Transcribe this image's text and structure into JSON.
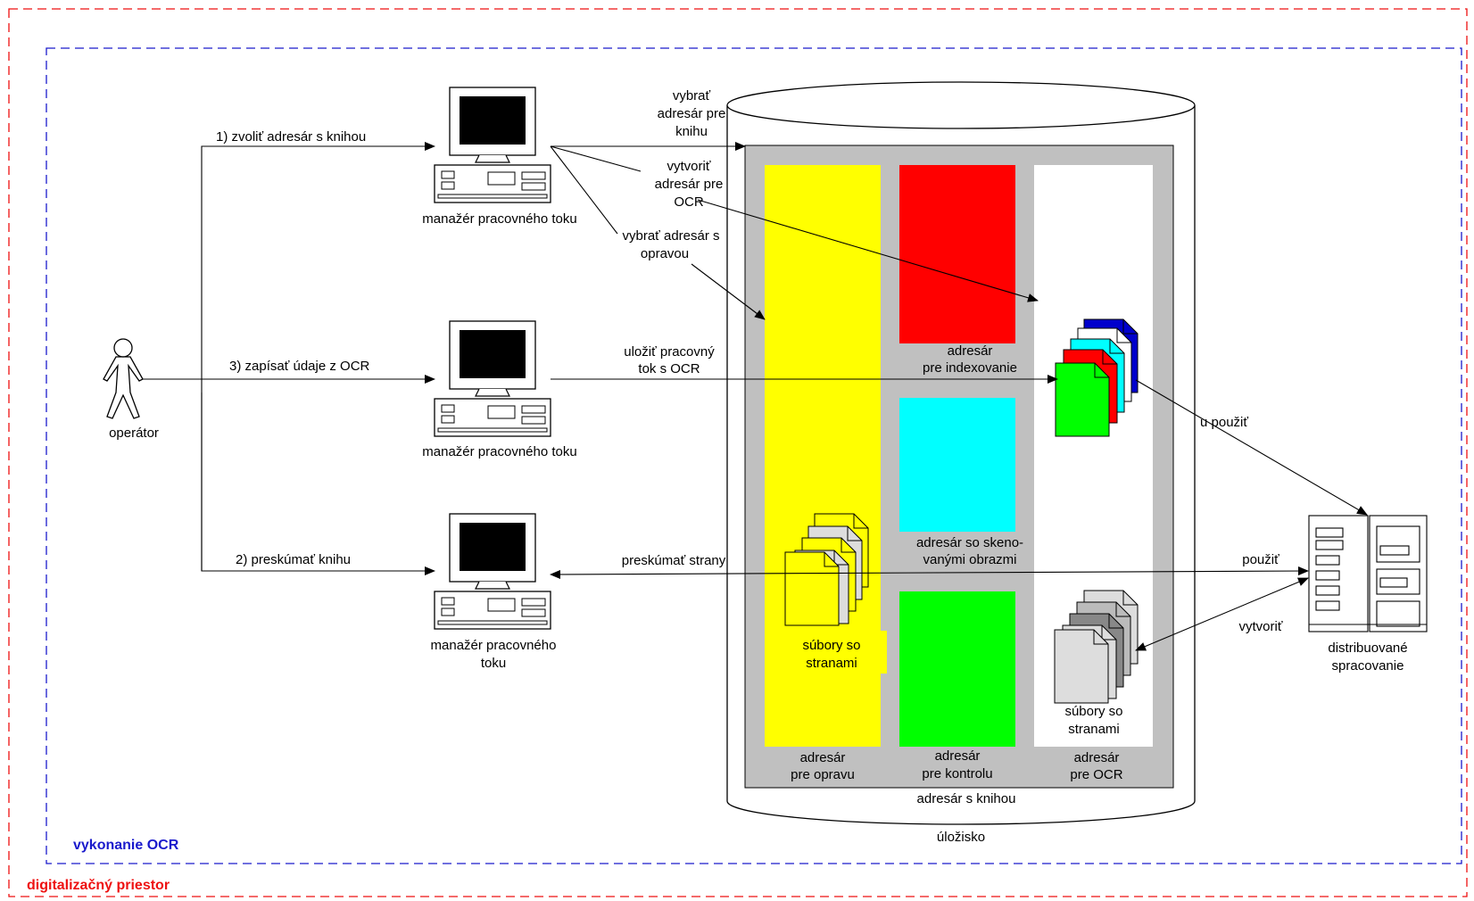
{
  "regions": {
    "outer_title": "digitalizačný priestor",
    "inner_title": "vykonanie OCR",
    "outer_color": "#ee1111",
    "inner_color": "#1a1acc"
  },
  "operator": {
    "label": "operátor"
  },
  "workstations": [
    {
      "label_lines": [
        "manažér pracovného toku"
      ]
    },
    {
      "label_lines": [
        "manažér pracovného toku"
      ]
    },
    {
      "label_lines": [
        "manažér pracovného",
        "toku"
      ]
    }
  ],
  "operator_steps": [
    {
      "label": "1) zvoliť adresár s knihou"
    },
    {
      "label": "3) zapísať údaje z OCR"
    },
    {
      "label": "2) preskúmať knihu"
    }
  ],
  "flows": {
    "select_book_dir": [
      "vybrať",
      "adresár pre",
      "knihu"
    ],
    "create_ocr_dir": [
      "vytvoriť",
      "adresár pre",
      "OCR"
    ],
    "select_fix_dir": [
      "vybrať adresár s",
      "opravou"
    ],
    "save_workflow": [
      "uložiť pracovný",
      "tok s OCR"
    ],
    "review_pages": [
      "preskúmať strany"
    ],
    "use_top": [
      "u  použiť"
    ],
    "use_mid": [
      "použiť"
    ],
    "create_bottom": [
      "vytvoriť"
    ]
  },
  "storage": {
    "label": "úložisko",
    "book_dir": "adresár s knihou",
    "dirs": {
      "fix": {
        "label_lines": [
          "adresár",
          "pre opravu"
        ],
        "color": "#ffff00"
      },
      "index": {
        "label_lines": [
          "adresár",
          "pre indexovanie"
        ],
        "color": "#ff0000"
      },
      "scans": {
        "label_lines": [
          "adresár so skeno-",
          "vanými obrazmi"
        ],
        "color": "#00ffff"
      },
      "control": {
        "label_lines": [
          "adresár",
          "pre kontrolu"
        ],
        "color": "#00ff00"
      },
      "ocr": {
        "label_lines": [
          "adresár",
          "pre OCR"
        ],
        "color": "#ffffff"
      }
    },
    "page_files_yellow": [
      "súbory so",
      "stranami"
    ],
    "page_files_grey": [
      "súbory so",
      "stranami"
    ]
  },
  "server": {
    "label_lines": [
      "distribuované",
      "spracovanie"
    ]
  },
  "colors": {
    "box_grey": "#c0c0c0",
    "file_yellow": "#ffff00",
    "file_greys": [
      "#dddddd",
      "#bbbbbb",
      "#888888",
      "#dddddd",
      "#bbbbbb"
    ],
    "file_ocr": [
      "#0000cc",
      "#ffffff",
      "#00ffff",
      "#ff0000",
      "#00ff00"
    ]
  }
}
